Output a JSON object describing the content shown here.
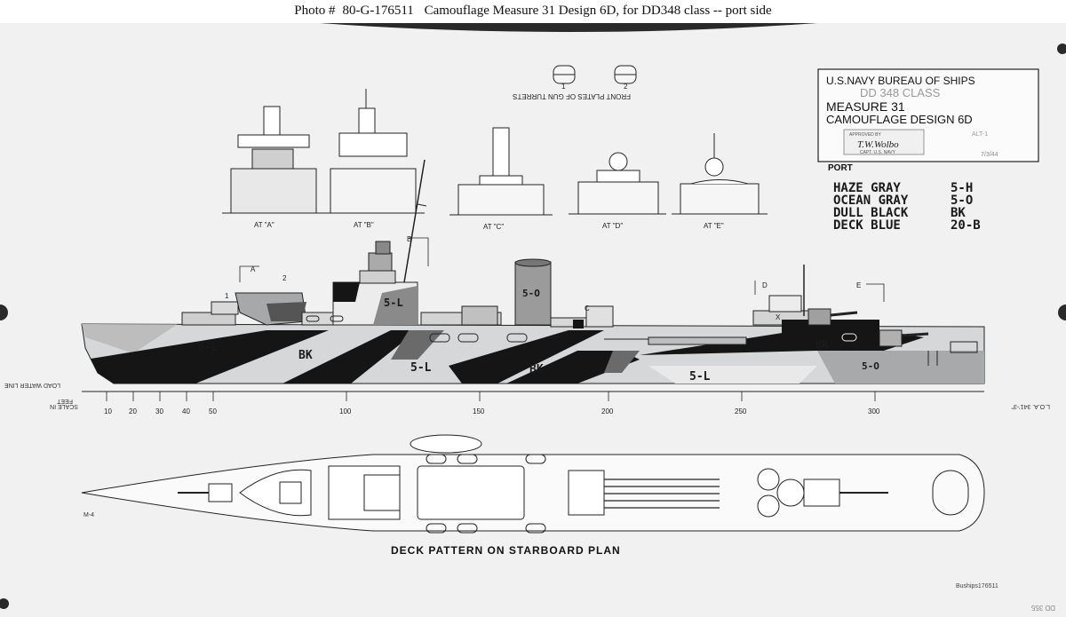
{
  "caption": {
    "photo_prefix": "Photo #",
    "photo_number": "80-G-176511",
    "title": "Camouflage Measure 31 Design 6D, for DD348 class -- port side"
  },
  "title_block": {
    "line1": "U.S.NAVY   BUREAU OF SHIPS",
    "class_line": "DD 348 CLASS",
    "measure": "MEASURE 31",
    "design": "CAMOUFLAGE  DESIGN 6D",
    "stamp_top": "APPROVED BY",
    "signature": "T.W.Wolbo",
    "stamp_bottom": "CAPT. U.S. NAVY",
    "alt": "ALT-1",
    "date": "7/3/44"
  },
  "legend": {
    "heading": "PORT",
    "rows": [
      {
        "name": "HAZE GRAY",
        "code": "5-H",
        "color": "#aeb0b2"
      },
      {
        "name": "OCEAN GRAY",
        "code": "5-O",
        "color": "#7e8183"
      },
      {
        "name": "DULL BLACK",
        "code": "BK",
        "color": "#141414"
      },
      {
        "name": "DECK BLUE",
        "code": "20-B",
        "color": "#3e4752"
      }
    ]
  },
  "turret_plates": {
    "caption": "FRONT PLATES OF GUN TURRETS",
    "labels": [
      "1",
      "2"
    ]
  },
  "sections": [
    "AT \"A\"",
    "AT \"B\"",
    "AT \"C\"",
    "AT \"D\"",
    "AT \"E\""
  ],
  "markers": [
    "A",
    "B",
    "C",
    "D",
    "E"
  ],
  "profile_labels": {
    "five_l": "5-L",
    "bk": "BK",
    "five_o": "5-O",
    "turret_1": "1",
    "turret_2": "2",
    "turret_x": "X"
  },
  "waterline_label": "LOAD WATER LINE",
  "scale": {
    "label_top": "SCALE IN",
    "label_bottom": "FEET",
    "ticks": [
      "10",
      "20",
      "30",
      "40",
      "50",
      "100",
      "150",
      "200",
      "250",
      "300"
    ],
    "loa": "L.O.A. 341'-3\""
  },
  "plan_title": "DECK PATTERN ON STARBOARD PLAN",
  "footer": {
    "buships_no": "Buships176511",
    "corner": "DD 355",
    "left_mark": "M-4"
  }
}
